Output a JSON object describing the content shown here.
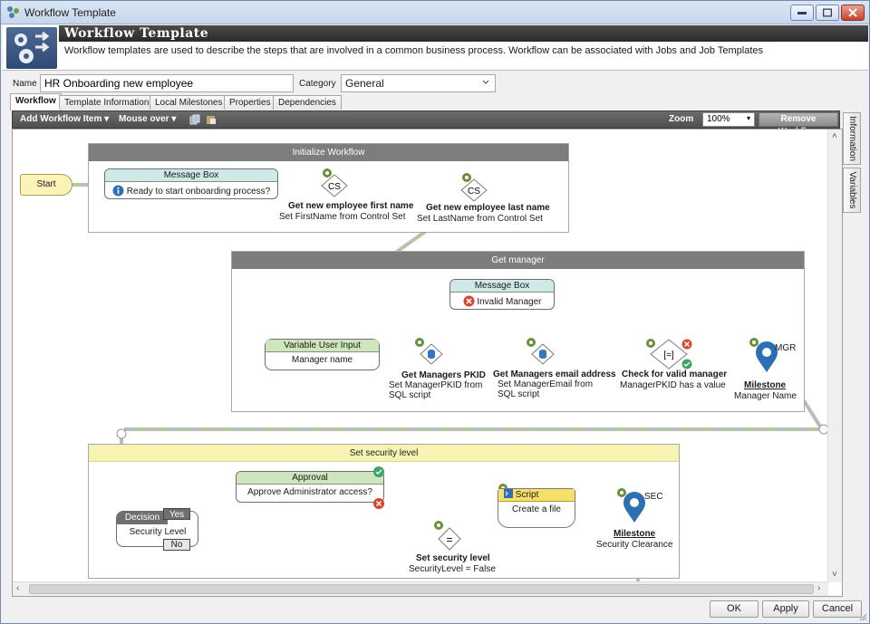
{
  "window": {
    "title": "Workflow Template"
  },
  "header": {
    "title": "Workflow Template",
    "description": "Workflow templates are used to describe the steps that are involved in a common business process.  Workflow can be associated with Jobs and Job Templates"
  },
  "form": {
    "name_label": "Name",
    "name_value": "HR Onboarding new employee",
    "category_label": "Category",
    "category_value": "General"
  },
  "tabs": [
    {
      "label": "Workflow",
      "active": true
    },
    {
      "label": "Template Information"
    },
    {
      "label": "Local Milestones"
    },
    {
      "label": "Properties"
    },
    {
      "label": "Dependencies"
    }
  ],
  "side_tabs": [
    "Information",
    "Variables"
  ],
  "toolbar": {
    "add_item": "Add Workflow Item",
    "mouse_over": "Mouse over",
    "zoom_label": "Zoom",
    "zoom_value": "100%",
    "remove": "Remove Workflow"
  },
  "workflow": {
    "start": "Start",
    "groups": {
      "init": "Initialize Workflow",
      "manager": "Get manager",
      "security": "Set security level"
    },
    "nodes": {
      "msg1": {
        "head": "Message Box",
        "body": "Ready to start onboarding process?"
      },
      "cs1": {
        "badge": "CS",
        "title": "Get new employee first name",
        "sub": "Set FirstName from Control Set"
      },
      "cs2": {
        "badge": "CS",
        "title": "Get new employee last name",
        "sub": "Set LastName from Control Set"
      },
      "msg2": {
        "head": "Message Box",
        "body": "Invalid Manager"
      },
      "vui": {
        "head": "Variable User Input",
        "body": "Manager name"
      },
      "sql1": {
        "title": "Get Managers PKID",
        "sub1": "Set ManagerPKID from",
        "sub2": "SQL script"
      },
      "sql2": {
        "title": "Get Managers email address",
        "sub1": "Set ManagerEmail from",
        "sub2": "SQL script"
      },
      "check": {
        "badge": "[=]",
        "title": "Check for valid manager",
        "sub": "ManagerPKID has a value"
      },
      "ms1": {
        "code": "MGR",
        "title": "Milestone",
        "sub": "Manager Name"
      },
      "approval": {
        "head": "Approval",
        "body": "Approve Administrator access?"
      },
      "decision": {
        "head": "Decision",
        "body": "Security Level",
        "yes": "Yes",
        "no": "No"
      },
      "setsec": {
        "badge": "=",
        "title": "Set security level",
        "sub": "SecurityLevel = False"
      },
      "script": {
        "head": "Script",
        "body": "Create a file"
      },
      "ms2": {
        "code": "SEC",
        "title": "Milestone",
        "sub": "Security Clearance"
      }
    }
  },
  "footer": {
    "ok": "OK",
    "apply": "Apply",
    "cancel": "Cancel"
  },
  "colors": {
    "header_icon": "#3f5c86",
    "link_line": "#a9d18e",
    "milestone": "#2c6fb3",
    "error": "#d9452d",
    "ok": "#3aa565"
  }
}
